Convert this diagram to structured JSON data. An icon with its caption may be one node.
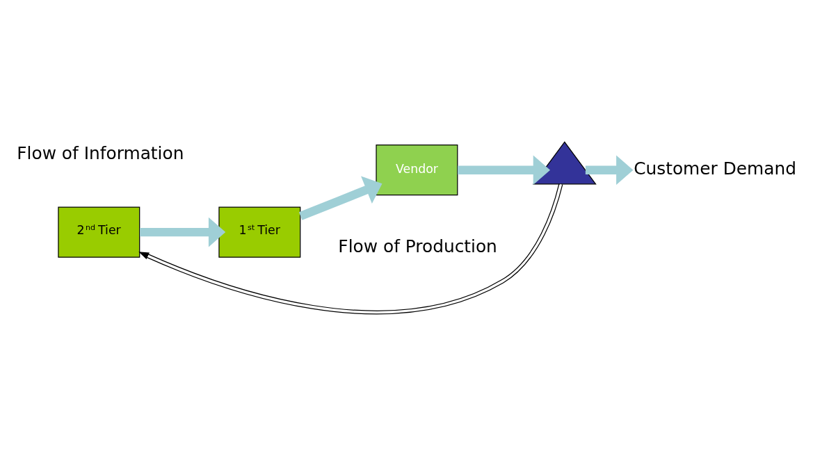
{
  "diagram": {
    "nodes": [
      {
        "text": [
          "2$^{nd}$ Tier"
        ]
      },
      {
        "text": [
          "1$^{st}$ Tier"
        ]
      },
      {
        "text": [
          "Vendor"
        ]
      },
      {
        "text": [],
        "shape": "triangle"
      },
      {
        "text": [
          "Customer Demand"
        ]
      }
    ],
    "edges": [
      {
        "from": 0,
        "to": 1,
        "arrow": "to"
      },
      {
        "from": 1,
        "to": 2,
        "arrow": "to"
      },
      {
        "from": 2,
        "to": 3,
        "arrow": "to"
      },
      {
        "from": 3,
        "to": 4,
        "arrow": "to"
      },
      {
        "from": 3,
        "to": 0,
        "arrow": "to",
        "color": "#000000"
      }
    ],
    "labels": [
      "Flow of Production",
      "Flow of Information"
    ]
  }
}
